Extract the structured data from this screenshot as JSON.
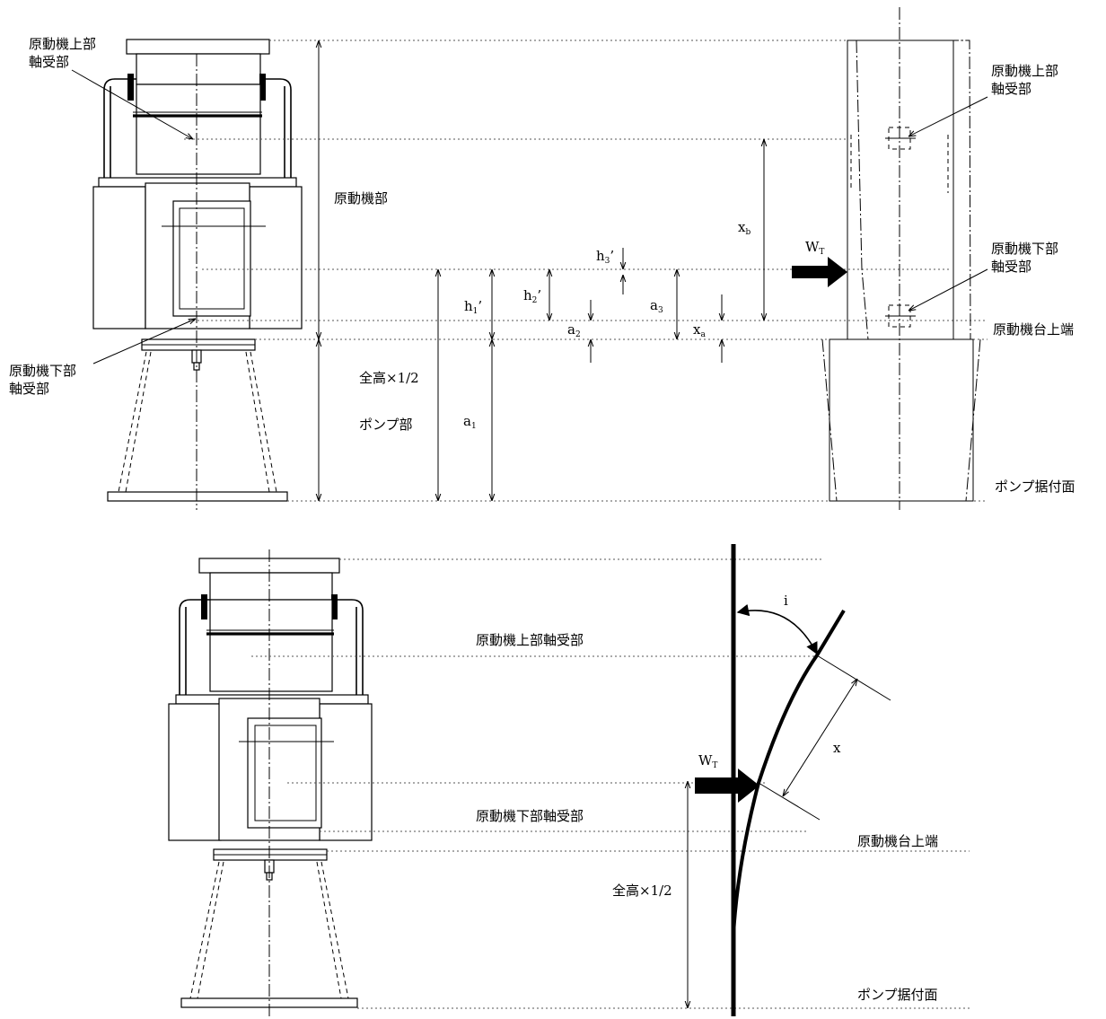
{
  "labels": {
    "motor_upper_bearing_l1": "原動機上部",
    "motor_upper_bearing_l2": "軸受部",
    "motor_lower_bearing_l1": "原動機下部",
    "motor_lower_bearing_l2": "軸受部",
    "motor_section": "原動機部",
    "pump_section": "ポンプ部",
    "half_height": "全高×1/2",
    "motor_base_top": "原動機台上端",
    "pump_mounting_surface": "ポンプ据付面",
    "motor_upper_bearing_full": "原動機上部軸受部",
    "motor_lower_bearing_full": "原動機下部軸受部"
  },
  "symbols": {
    "x_b": "x",
    "x_b_sub": "b",
    "x_a": "x",
    "x_a_sub": "a",
    "h1": "h",
    "h1_sub": "1",
    "h1_prime": "’",
    "h2": "h",
    "h2_sub": "2",
    "h2_prime": "’",
    "h3": "h",
    "h3_sub": "3",
    "h3_prime": "’",
    "a1": "a",
    "a1_sub": "1",
    "a2": "a",
    "a2_sub": "2",
    "a3": "a",
    "a3_sub": "3",
    "wt": "W",
    "wt_sub": "T",
    "angle_i": "i",
    "x": "x"
  }
}
